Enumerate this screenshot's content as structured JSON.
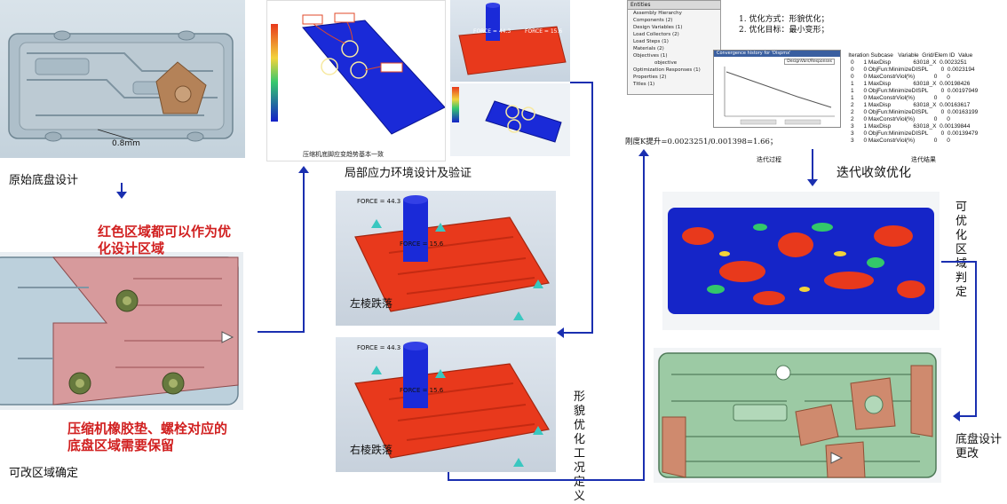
{
  "captions": {
    "original_design": "原始底盘设计",
    "local_stress": "局部应力环境设计及验证",
    "left_drop": "左棱跌落",
    "right_drop": "右棱跌落",
    "editable_region": "可改区域确定",
    "iterative_opt": "迭代收敛优化",
    "topo_def": "形貌优化工况定义",
    "optimizable": "可优化区域判定",
    "chassis_change": "底盘设计更改"
  },
  "callouts": {
    "red_regions": "红色区域都可以作为优化设计区域",
    "keep_regions": "压缩机橡胶垫、螺栓对应的底盘区域需要保留",
    "thickness": "0.8mm",
    "stress_note": "压缩机底脚应变趋势基本一致",
    "force_a": "FORCE = 44.3",
    "force_b": "FORCE = 15.6",
    "force_c": "FORCE = 44.3",
    "force_d": "FORCE = 15.6",
    "small_force_a": "FORCE = 44.3",
    "small_force_b": "FORCE = 15.6"
  },
  "optimization": {
    "method_line": "1.  优化方式：形貌优化；",
    "goal_line": "2.  优化目标：最小变形；",
    "stiffness_line": "刚度K提升=0.0023251/0.001398=1.66；",
    "iter_process": "迭代过程",
    "iter_result": "迭代结果",
    "plot_title": "Convergence history for 'Dispmx'",
    "plot_legend": "DesignVars/Responses"
  },
  "tree": {
    "header": "Entities",
    "items": [
      "Assembly Hierarchy",
      "Components (2)",
      "Design Variables (1)",
      "Load Collectors (2)",
      "Load Steps (1)",
      "Materials (2)",
      "Objectives (1)",
      "objective",
      "Optimization Responses (1)",
      "Properties (2)",
      "Titles (1)"
    ]
  },
  "iteration_table": {
    "headers": [
      "Iteration",
      "Subcase",
      "Variable",
      "Grid/Elem ID",
      "Value"
    ],
    "rows": [
      "0      1 MaxDisp              63018_X  0.0023251",
      "0      0 ObjFun:MinimizeDISPL        0  0.0023194",
      "0      0 MaxConstrViol(%)            0      0",
      "1      1 MaxDisp              63018_X  0.00198426",
      "1      0 ObjFun:MinimizeDISPL        0  0.00197949",
      "1      0 MaxConstrViol(%)            0      0",
      "2      1 MaxDisp              63018_X  0.00163617",
      "2      0 ObjFun:MinimizeDISPL        0  0.00163199",
      "2      0 MaxConstrViol(%)            0      0",
      "3      1 MaxDisp              63018_X  0.00139844",
      "3      0 ObjFun:MinimizeDISPL        0  0.00139479",
      "3      0 MaxConstrViol(%)            0      0"
    ]
  },
  "colors": {
    "arrow": "#1a2fb0",
    "fe_red": "#e8391c",
    "fe_blue": "#1420c8",
    "callout_red": "#d12020",
    "optimized_green": "#8fc79a"
  }
}
